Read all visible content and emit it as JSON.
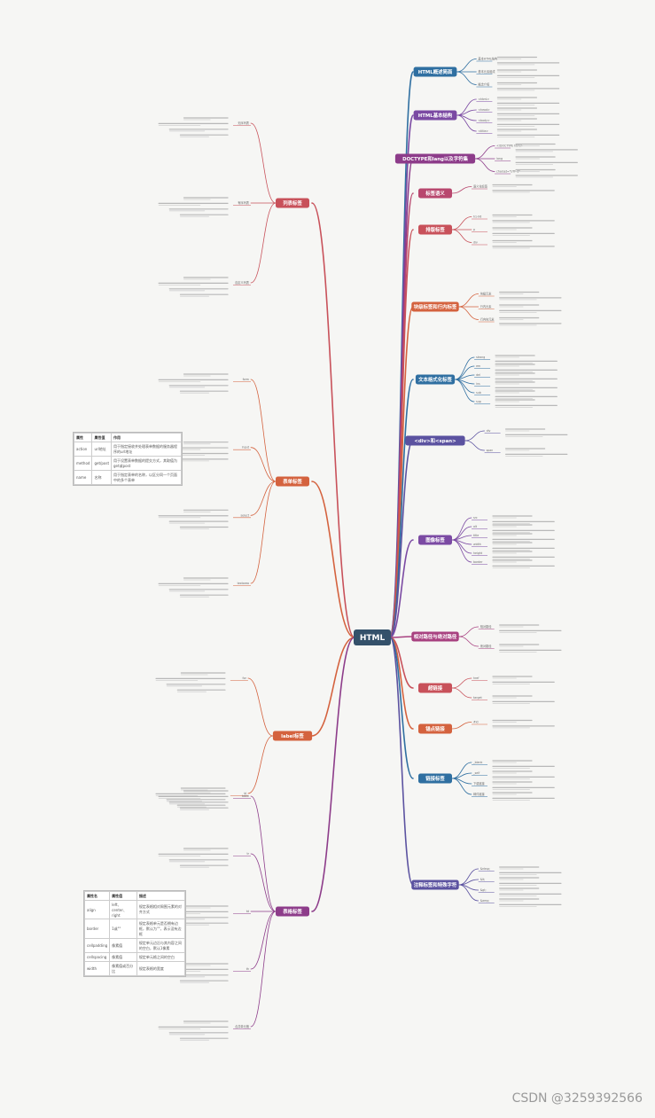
{
  "root": {
    "label": "HTML"
  },
  "watermark": "CSDN @3259392566",
  "right_branches": [
    {
      "label": "HTML概述简面",
      "color": "#2f6fa1",
      "items": [
        "基本HTML结构",
        "基本元素组成",
        "概念介绍"
      ]
    },
    {
      "label": "HTML基本结构",
      "color": "#7b4aa3",
      "items": [
        "<html>",
        "<head>",
        "<body>",
        "<title>"
      ]
    },
    {
      "label": "DOCTYPE和lang以及字符集",
      "color": "#8d3c8a",
      "items": [
        "<!DOCTYPE html>",
        "lang",
        "charset=\"UTF-8\""
      ]
    },
    {
      "label": "标签语义",
      "color": "#b8476e",
      "items": [
        "语义化标签"
      ]
    },
    {
      "label": "排版标签",
      "color": "#c8515a",
      "items": [
        "h1-h6",
        "p",
        "div"
      ]
    },
    {
      "label": "块级标签和行内标签",
      "color": "#d4623e",
      "items": [
        "块级元素",
        "行内元素",
        "行内块元素"
      ]
    },
    {
      "label": "文本格式化标签",
      "color": "#2f6fa1",
      "items": [
        "strong",
        "em",
        "del",
        "ins",
        "sub",
        "sup"
      ]
    },
    {
      "label": "<div>和<span>",
      "color": "#5b52a0",
      "items": [
        "div",
        "span"
      ]
    },
    {
      "label": "图像标签",
      "color": "#7b4aa3",
      "items": [
        "src",
        "alt",
        "title",
        "width",
        "height",
        "border"
      ]
    },
    {
      "label": "相对路径与绝对路径",
      "color": "#a84180",
      "items": [
        "相对路径",
        "绝对路径"
      ]
    },
    {
      "label": "超链接",
      "color": "#c8515a",
      "items": [
        "href",
        "target"
      ]
    },
    {
      "label": "锚点链接",
      "color": "#d4623e",
      "items": [
        "#id"
      ]
    },
    {
      "label": "链接标签",
      "color": "#2f6fa1",
      "items": [
        "_blank",
        "_self",
        "下载链接",
        "邮件链接"
      ]
    },
    {
      "label": "注释标签和特殊字符",
      "color": "#5b52a0",
      "items": [
        "&nbsp;",
        "&lt;",
        "&gt;",
        "&amp;"
      ]
    }
  ],
  "left_branches": [
    {
      "label": "列表标签",
      "color": "#c8515a",
      "items": [
        "无序列表",
        "有序列表",
        "自定义列表"
      ]
    },
    {
      "label": "表单标签",
      "color": "#d4623e",
      "items": [
        "form",
        "input",
        "select",
        "textarea"
      ]
    },
    {
      "label": "label标签",
      "color": "#d4623e",
      "items": [
        "for",
        "id"
      ]
    },
    {
      "label": "表格标签",
      "color": "#8d3c8a",
      "items": [
        "table",
        "tr",
        "td",
        "th",
        "合并单元格"
      ]
    }
  ],
  "form_table": {
    "headers": [
      "属性",
      "属性值",
      "作用"
    ],
    "rows": [
      [
        "action",
        "url地址",
        "用于指定接收并处理表单数据的服务器程序的url地址"
      ],
      [
        "method",
        "get/post",
        "用于设置表单数据的提交方式，其取值为get或post"
      ],
      [
        "name",
        "名称",
        "用于指定表单的名称，以区分同一个页面中的多个表单"
      ]
    ]
  },
  "table_attr_table": {
    "headers": [
      "属性名",
      "属性值",
      "描述"
    ],
    "rows": [
      [
        "align",
        "left、center、right",
        "规定表格相对周围元素的对齐方式"
      ],
      [
        "border",
        "1或\"\"",
        "规定表格单元是否拥有边框，默认为\"\"，表示没有边框"
      ],
      [
        "cellpadding",
        "像素值",
        "规定单元边沿与其内容之间的空白，默认1像素"
      ],
      [
        "cellspacing",
        "像素值",
        "规定单元格之间的空白"
      ],
      [
        "width",
        "像素值或百分比",
        "规定表格的宽度"
      ]
    ]
  }
}
